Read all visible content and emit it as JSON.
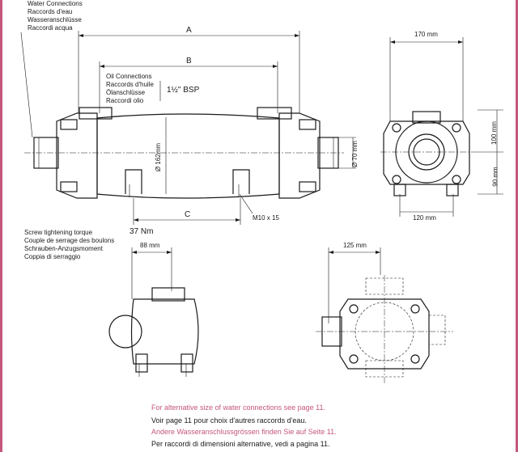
{
  "water_connections": [
    "Water Connections",
    "Raccords d'eau",
    "Wasseranschlüsse",
    "Raccordi acqua"
  ],
  "oil_connections": [
    "Oil Connections",
    "Raccords d'huile",
    "Ölanschlüsse",
    "Raccordi olio"
  ],
  "oil_thread": "1½\" BSP",
  "dims": {
    "a": "A",
    "b": "B",
    "c": "C",
    "diameter_body": "Ø 162mm",
    "diameter_port": "Ø 70 mm",
    "bolt": "M10 x 15",
    "width_170": "170 mm",
    "height_100": "100 mm",
    "height_90": "90 mm",
    "width_120": "120 mm",
    "width_88": "88 mm",
    "width_125": "125 mm"
  },
  "torque_labels": [
    "Screw tightening torque",
    "Couple de serrage des boulons",
    "Schrauben-Anzugsmoment",
    "Coppia di serraggio"
  ],
  "torque_value": "37 Nm",
  "notes": [
    {
      "text": "For alternative size of water connections see page 11.",
      "color": "#c4577a"
    },
    {
      "text": "Voir page 11 pour choix d'autres raccords d'eau.",
      "color": "#1a1a1a"
    },
    {
      "text": "Andere Wasseranschlussgrössen finden Sie auf Seite 11.",
      "color": "#c4577a"
    },
    {
      "text": "Per raccordi di dimensioni alternative, vedi a pagina 11.",
      "color": "#1a1a1a"
    }
  ],
  "accent_color": "#c4577a"
}
